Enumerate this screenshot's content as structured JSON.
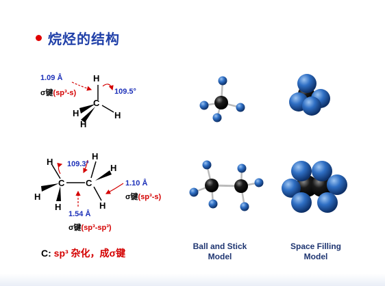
{
  "title": "烷烃的结构",
  "methane_labels": {
    "bond_length": "1.09 Å",
    "bond_type_prefix": "σ键",
    "bond_type_orbitals": "(sp³-s)",
    "angle": "109.5°",
    "atom_c": "C",
    "atom_h": "H"
  },
  "ethane_labels": {
    "angle": "109.3°",
    "ch_length": "1.10 Å",
    "ch_bond_prefix": "σ键",
    "ch_bond_orbitals": "(sp³-s)",
    "cc_length": "1.54 Å",
    "cc_bond_prefix": "σ键",
    "cc_bond_orbitals": "(sp³-sp³)",
    "atom_c": "C",
    "atom_h": "H"
  },
  "captions": {
    "ball_and_stick": [
      "Ball and Stick",
      "Model"
    ],
    "space_filling": [
      "Space Filling",
      "Model"
    ]
  },
  "bottom_note": {
    "prefix": "C: ",
    "sp3": "sp³",
    "rest": " 杂化，成σ键"
  },
  "colors": {
    "title": "#1f3fa8",
    "label_blue": "#1b2fb8",
    "label_red": "#d40000",
    "hydrogen_model": "#2f6fc4",
    "carbon_model": "#111111",
    "bullet": "#e00000"
  }
}
